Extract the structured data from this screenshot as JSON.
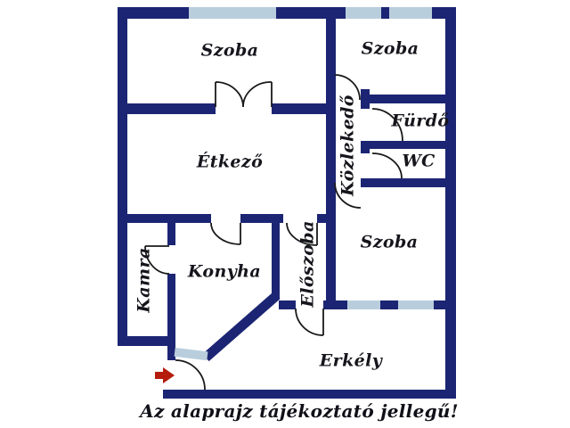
{
  "title": "Apartment floor plan",
  "colors": {
    "wall": "#1c2573",
    "window": "#b9cedd",
    "door_line": "#1a1a1a",
    "entrance_arrow": "#b51c0c",
    "background": "#ffffff",
    "text": "#15151c"
  },
  "rooms": [
    {
      "id": "szoba-top-left",
      "name": "Szoba",
      "orientation": "horizontal"
    },
    {
      "id": "szoba-top-right",
      "name": "Szoba",
      "orientation": "horizontal"
    },
    {
      "id": "etkezo",
      "name": "Étkező",
      "orientation": "horizontal"
    },
    {
      "id": "kozlekedo",
      "name": "Közlekedő",
      "orientation": "vertical"
    },
    {
      "id": "furdo",
      "name": "Fürdő",
      "orientation": "horizontal"
    },
    {
      "id": "wc",
      "name": "WC",
      "orientation": "horizontal"
    },
    {
      "id": "szoba-middle",
      "name": "Szoba",
      "orientation": "horizontal"
    },
    {
      "id": "kamra",
      "name": "Kamra",
      "orientation": "vertical"
    },
    {
      "id": "konyha",
      "name": "Konyha",
      "orientation": "horizontal"
    },
    {
      "id": "eloszoba",
      "name": "Előszoba",
      "orientation": "vertical"
    },
    {
      "id": "erkely",
      "name": "Erkély",
      "orientation": "horizontal"
    }
  ],
  "annotations": {
    "disclaimer": "Az alaprajz tájékoztató jellegű!",
    "entrance_marker": "red arrow at entrance door"
  }
}
